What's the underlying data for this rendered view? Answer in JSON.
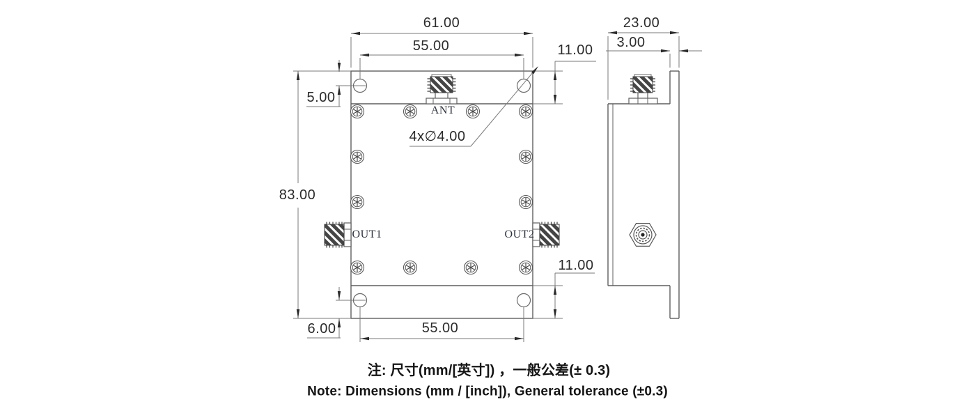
{
  "drawing": {
    "dimensions": {
      "top_width": "61.00",
      "top_hole_span": "55.00",
      "top_flange_height": "11.00",
      "top_hole_offset": "5.00",
      "total_height": "83.00",
      "bottom_hole_offset": "6.00",
      "bottom_hole_span": "55.00",
      "bottom_flange_height": "11.00",
      "side_depth": "23.00",
      "side_flange_thickness": "3.00",
      "mounting_holes": "4x∅4.00"
    },
    "ports": {
      "top": "ANT",
      "left": "OUT1",
      "right": "OUT2"
    },
    "notes": {
      "line1": "注: 尺寸(mm/[英寸]) ，一般公差(± 0.3)",
      "line2": "Note: Dimensions (mm / [inch]), General tolerance (±0.3)"
    },
    "colors": {
      "outline": "#5f5f5f",
      "dim_line": "#7a7a7a",
      "arrow": "#2a2a2a",
      "connector_fill": "#454545",
      "background": "#ffffff"
    }
  }
}
